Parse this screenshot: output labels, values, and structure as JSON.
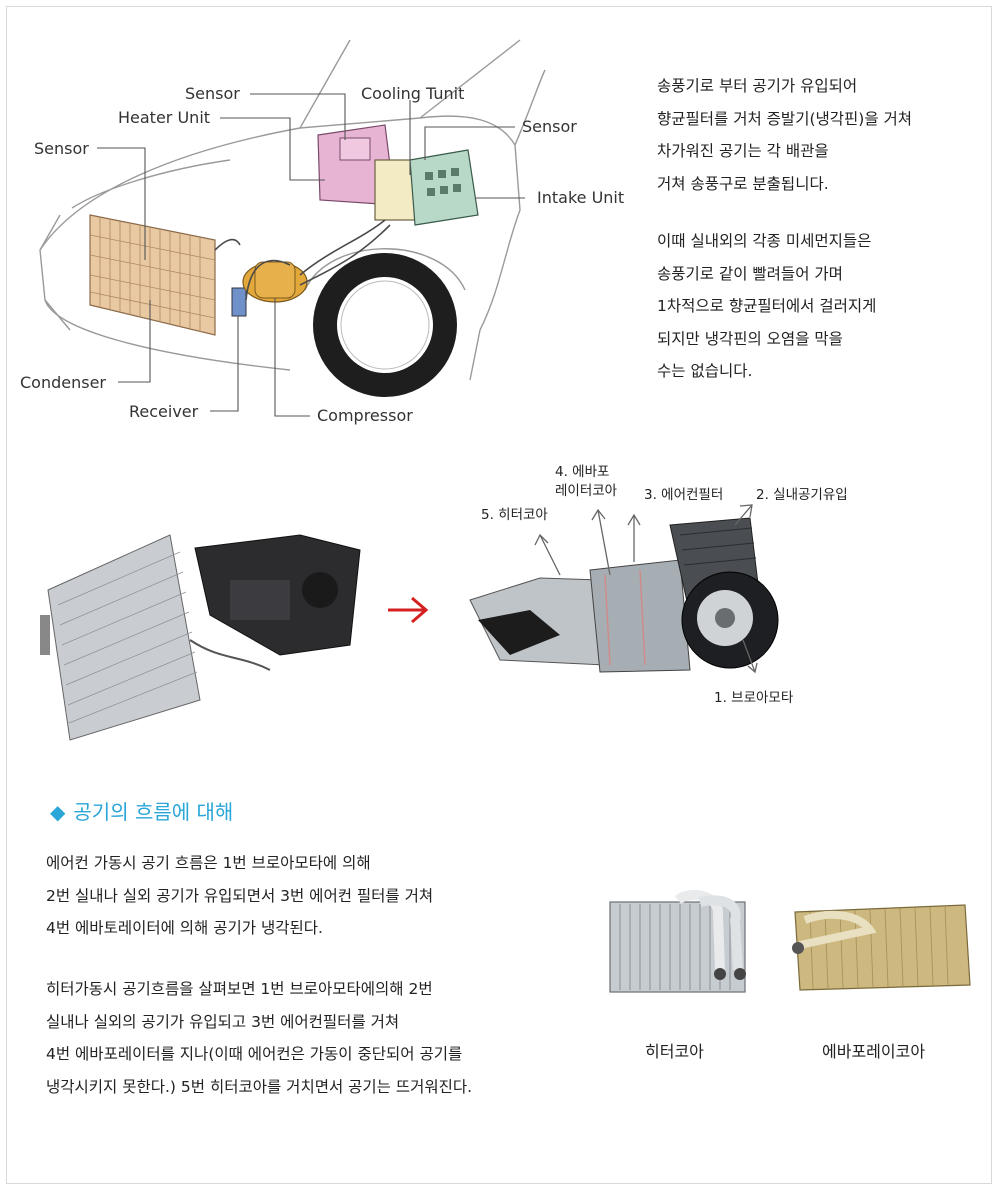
{
  "diagram1": {
    "labels": {
      "sensor_top": "Sensor",
      "heater_unit": "Heater Unit",
      "cooling_unit": "Cooling Tunit",
      "sensor_right": "Sensor",
      "sensor_left": "Sensor",
      "intake_unit": "Intake Unit",
      "condenser": "Condenser",
      "receiver": "Receiver",
      "compressor": "Compressor"
    }
  },
  "intro": {
    "p1": [
      "송풍기로 부터 공기가 유입되어",
      "향균필터를 거처 증발기(냉각핀)을 거쳐",
      "차가워진 공기는 각 배관을",
      "거쳐 송풍구로 분출됩니다."
    ],
    "p2": [
      "이때 실내외의 각종 미세먼지들은",
      "송풍기로 같이 빨려들어 가며",
      "1차적으로 향균필터에서 걸러지게",
      "되지만 냉각핀의 오염을 막을",
      "수는 없습니다."
    ]
  },
  "diagram2": {
    "labels": {
      "evap_line1": "4. 에바포",
      "evap_line2": "레이터코아",
      "heater_core": "5. 히터코아",
      "ac_filter": "3. 에어컨필터",
      "indoor_intake": "2. 실내공기유입",
      "blower": "1. 브로아모타"
    }
  },
  "section": {
    "diamond": "◆",
    "title": "공기의 흐름에 대해",
    "p1": [
      "에어컨 가동시 공기 흐름은 1번 브로아모타에 의해",
      "2번 실내나 실외 공기가 유입되면서 3번 에어컨 필터를 거쳐",
      "4번 에바토레이터에 의해 공기가 냉각된다."
    ],
    "p2": [
      "히터가동시 공기흐름을 살펴보면 1번 브로아모타에의해 2번",
      "실내나 실외의 공기가 유입되고 3번 에어컨필터를 거쳐",
      "4번 에바포레이터를 지나(이때 에어컨은 가동이 중단되어 공기를",
      "냉각시키지 못한다.) 5번 히터코아를 거치면서 공기는 뜨거워진다."
    ]
  },
  "photos": {
    "heater_core_caption": "히터코아",
    "evaporator_caption": "에바포레이코아"
  },
  "colors": {
    "accent": "#2aa6d8",
    "arrow_red": "#d42020",
    "heater_pink": "#e8b4d4",
    "cooling_cream": "#f3ebc4",
    "intake_green": "#b8d8c8",
    "condenser_tan": "#e8c9a2",
    "compressor_orange": "#e3a83a"
  }
}
